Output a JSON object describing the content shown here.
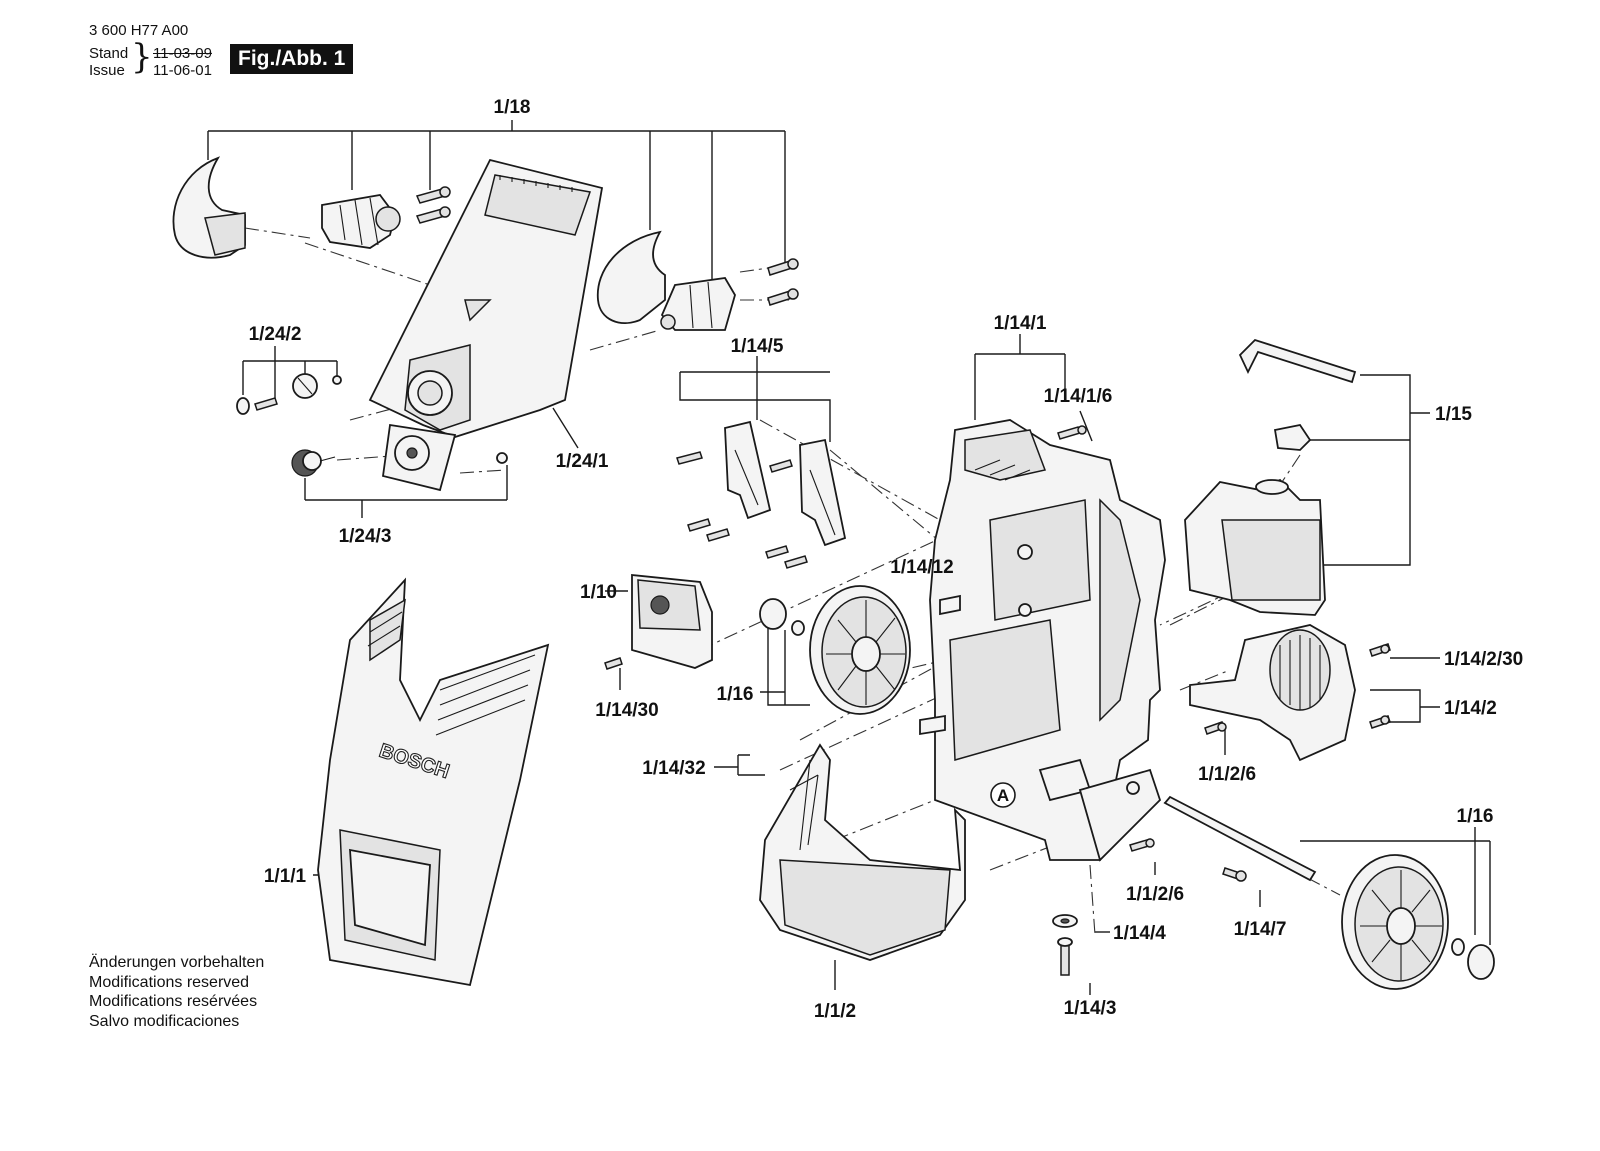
{
  "header": {
    "doc_number": "3 600 H77 A00",
    "stand_label": "Stand",
    "issue_label": "Issue",
    "old_date": "11-03-09",
    "new_date": "11-06-01",
    "figure_label": "Fig./Abb. 1"
  },
  "notes": [
    "Änderungen vorbehalten",
    "Modifications reserved",
    "Modifications resérvées",
    "Salvo modificaciones"
  ],
  "brand": "BOSCH",
  "detail_marker": "A",
  "part_labels": {
    "p_1_18": "1/18",
    "p_1_24_2": "1/24/2",
    "p_1_24_1": "1/24/1",
    "p_1_24_3": "1/24/3",
    "p_1_14_5": "1/14/5",
    "p_1_14_1": "1/14/1",
    "p_1_14_1_6": "1/14/1/6",
    "p_1_15": "1/15",
    "p_1_14_12": "1/14/12",
    "p_1_10": "1/10",
    "p_1_16_a": "1/16",
    "p_1_14_30": "1/14/30",
    "p_1_14_32": "1/14/32",
    "p_1_14_2_30": "1/14/2/30",
    "p_1_14_2": "1/14/2",
    "p_1_1_2_6_a": "1/1/2/6",
    "p_1_16_b": "1/16",
    "p_1_1_1": "1/1/1",
    "p_1_1_2_6_b": "1/1/2/6",
    "p_1_14_4": "1/14/4",
    "p_1_14_7": "1/14/7",
    "p_1_14_3": "1/14/3",
    "p_1_1_2": "1/1/2"
  }
}
